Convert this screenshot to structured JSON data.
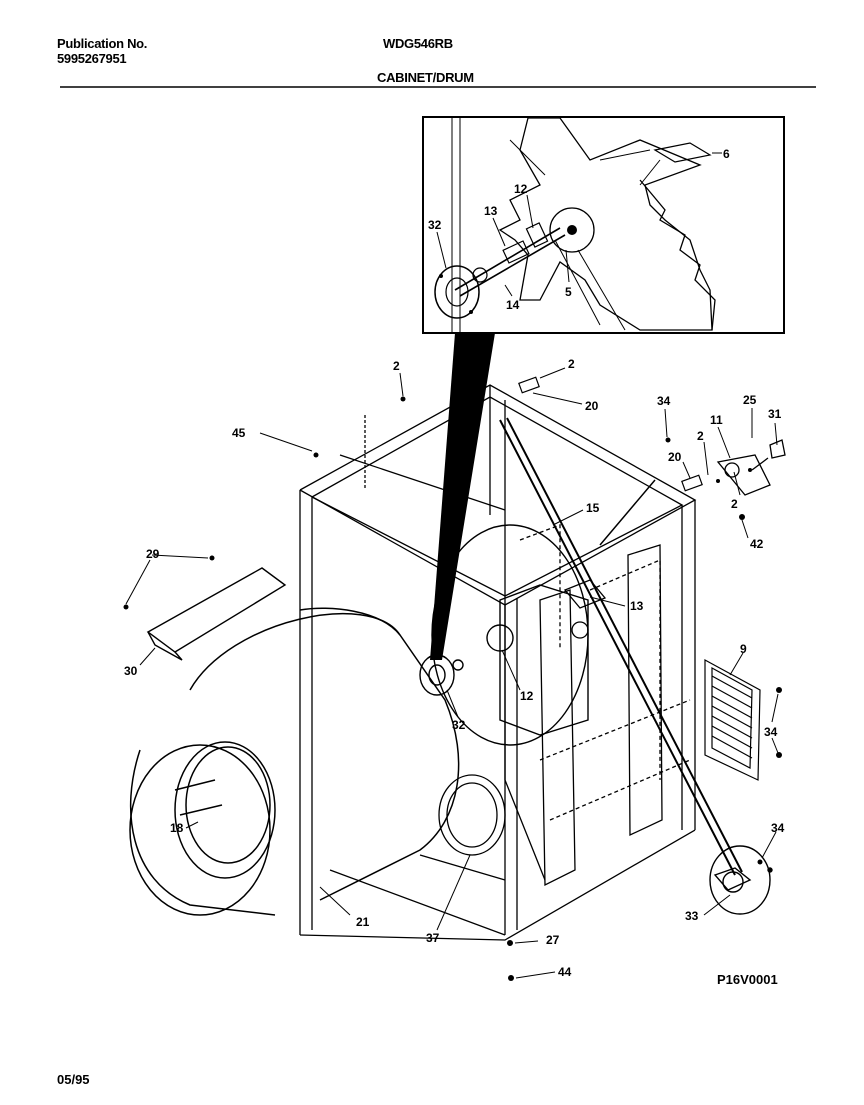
{
  "header": {
    "publication_label": "Publication No.",
    "publication_number": "5995267951",
    "model": "WDG546RB",
    "section_title": "CABINET/DRUM"
  },
  "parts": {
    "inset": [
      "6",
      "12",
      "13",
      "32",
      "5",
      "14"
    ],
    "main": [
      "2",
      "2",
      "20",
      "34",
      "25",
      "11",
      "31",
      "45",
      "20",
      "2",
      "2",
      "42",
      "15",
      "13",
      "29",
      "30",
      "9",
      "12",
      "32",
      "34",
      "34",
      "18",
      "21",
      "37",
      "33",
      "27",
      "44"
    ]
  },
  "figure_code": "P16V0001",
  "date": "05/95"
}
